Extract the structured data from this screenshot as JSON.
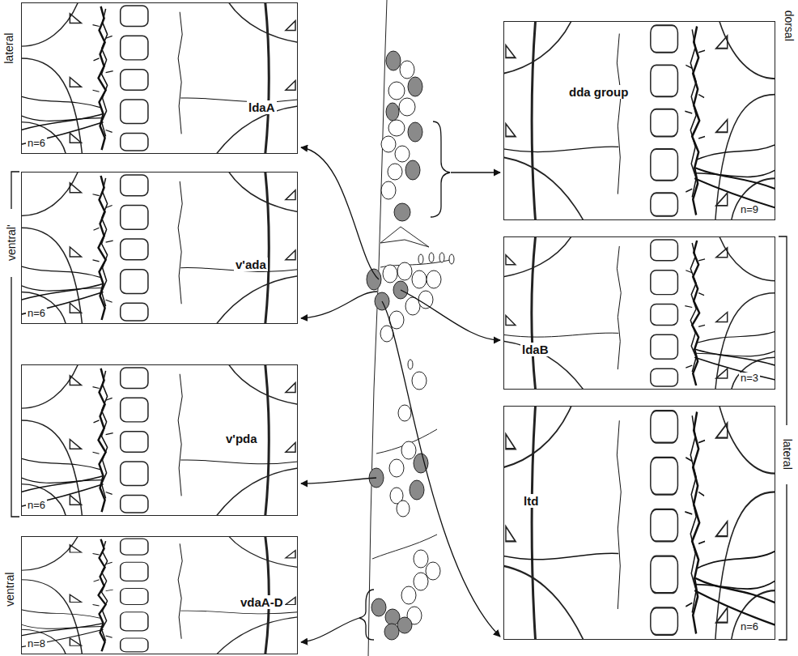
{
  "diagram": {
    "nodes": [
      {
        "text": [
          "ldaA",
          "n=6"
        ]
      },
      {
        "text": [
          "v'ada",
          "n=6"
        ]
      },
      {
        "text": [
          "v'pda",
          "n=6"
        ]
      },
      {
        "text": [
          "vdaA-D",
          "n=8"
        ]
      },
      {
        "text": [
          "dda group",
          "n=9"
        ]
      },
      {
        "text": [
          "ldaB",
          "n=3"
        ]
      },
      {
        "text": [
          "ltd",
          "n=6"
        ]
      }
    ],
    "labels": [
      "lateral",
      "dorsal",
      "ventral'",
      "lateral",
      "ventral"
    ]
  }
}
